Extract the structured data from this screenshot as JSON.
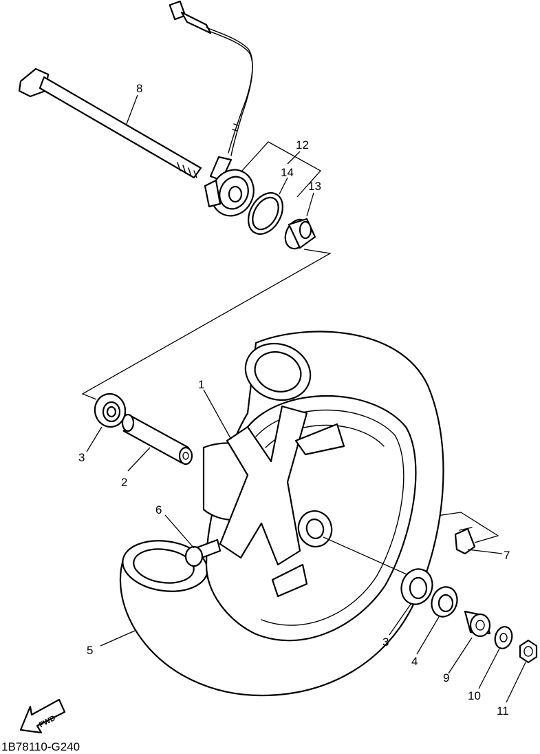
{
  "callouts": [
    {
      "id": "1",
      "text": "1"
    },
    {
      "id": "2",
      "text": "2"
    },
    {
      "id": "3a",
      "text": "3"
    },
    {
      "id": "3b",
      "text": "3"
    },
    {
      "id": "4",
      "text": "4"
    },
    {
      "id": "5",
      "text": "5"
    },
    {
      "id": "6",
      "text": "6"
    },
    {
      "id": "7",
      "text": "7"
    },
    {
      "id": "8",
      "text": "8"
    },
    {
      "id": "9",
      "text": "9"
    },
    {
      "id": "10",
      "text": "10"
    },
    {
      "id": "11",
      "text": "11"
    },
    {
      "id": "12",
      "text": "12"
    },
    {
      "id": "13",
      "text": "13"
    },
    {
      "id": "14",
      "text": "14"
    }
  ],
  "fwd_label": "FWD",
  "diagram_code": "1B78110-G240"
}
